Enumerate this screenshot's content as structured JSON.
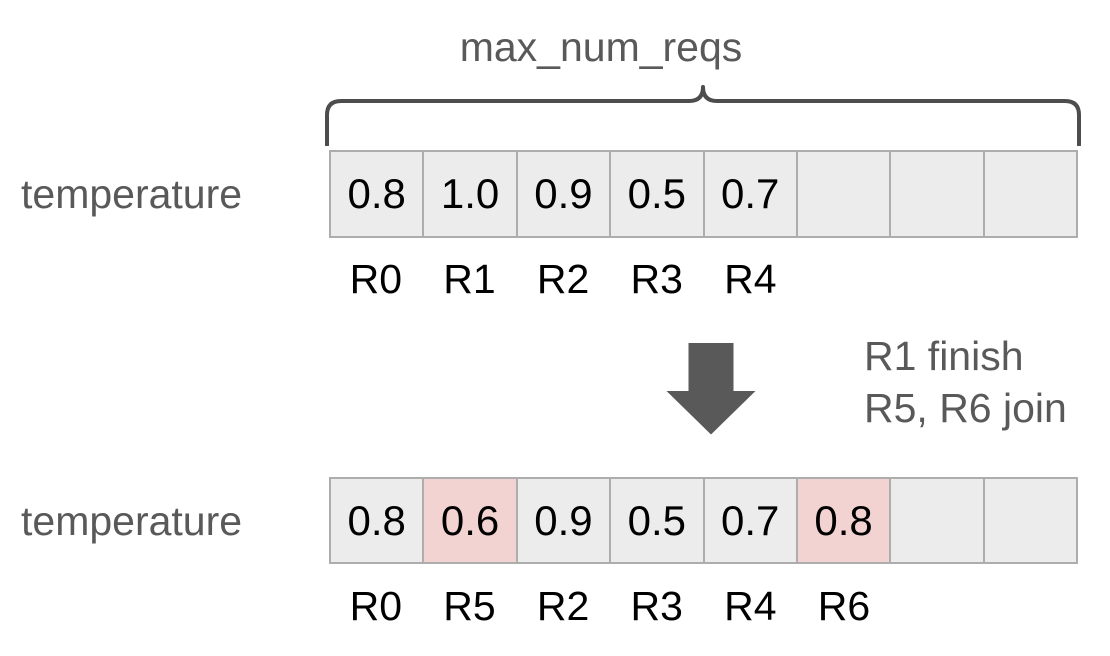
{
  "diagram": {
    "title": "max_num_reqs",
    "brace_label": "max_num_reqs",
    "colors": {
      "cell_background": "#ececec",
      "cell_highlight": "#f2d3d1",
      "cell_border": "#adadad",
      "text_gray": "#595959",
      "text_black": "#000000",
      "arrow": "#595959"
    },
    "before": {
      "row_label": "temperature",
      "capacity": 8,
      "cells": [
        {
          "value": "0.8",
          "req": "R0",
          "highlight": false,
          "empty": false
        },
        {
          "value": "1.0",
          "req": "R1",
          "highlight": false,
          "empty": false
        },
        {
          "value": "0.9",
          "req": "R2",
          "highlight": false,
          "empty": false
        },
        {
          "value": "0.5",
          "req": "R3",
          "highlight": false,
          "empty": false
        },
        {
          "value": "0.7",
          "req": "R4",
          "highlight": false,
          "empty": false
        },
        {
          "value": "",
          "req": "",
          "highlight": false,
          "empty": true
        },
        {
          "value": "",
          "req": "",
          "highlight": false,
          "empty": true
        },
        {
          "value": "",
          "req": "",
          "highlight": false,
          "empty": true
        }
      ]
    },
    "transition": {
      "arrow_icon": "down-arrow-icon",
      "notes": [
        "R1 finish",
        "R5, R6 join"
      ]
    },
    "after": {
      "row_label": "temperature",
      "capacity": 8,
      "cells": [
        {
          "value": "0.8",
          "req": "R0",
          "highlight": false,
          "empty": false
        },
        {
          "value": "0.6",
          "req": "R5",
          "highlight": true,
          "empty": false
        },
        {
          "value": "0.9",
          "req": "R2",
          "highlight": false,
          "empty": false
        },
        {
          "value": "0.5",
          "req": "R3",
          "highlight": false,
          "empty": false
        },
        {
          "value": "0.7",
          "req": "R4",
          "highlight": false,
          "empty": false
        },
        {
          "value": "0.8",
          "req": "R6",
          "highlight": true,
          "empty": false
        },
        {
          "value": "",
          "req": "",
          "highlight": false,
          "empty": true
        },
        {
          "value": "",
          "req": "",
          "highlight": false,
          "empty": true
        }
      ]
    }
  }
}
